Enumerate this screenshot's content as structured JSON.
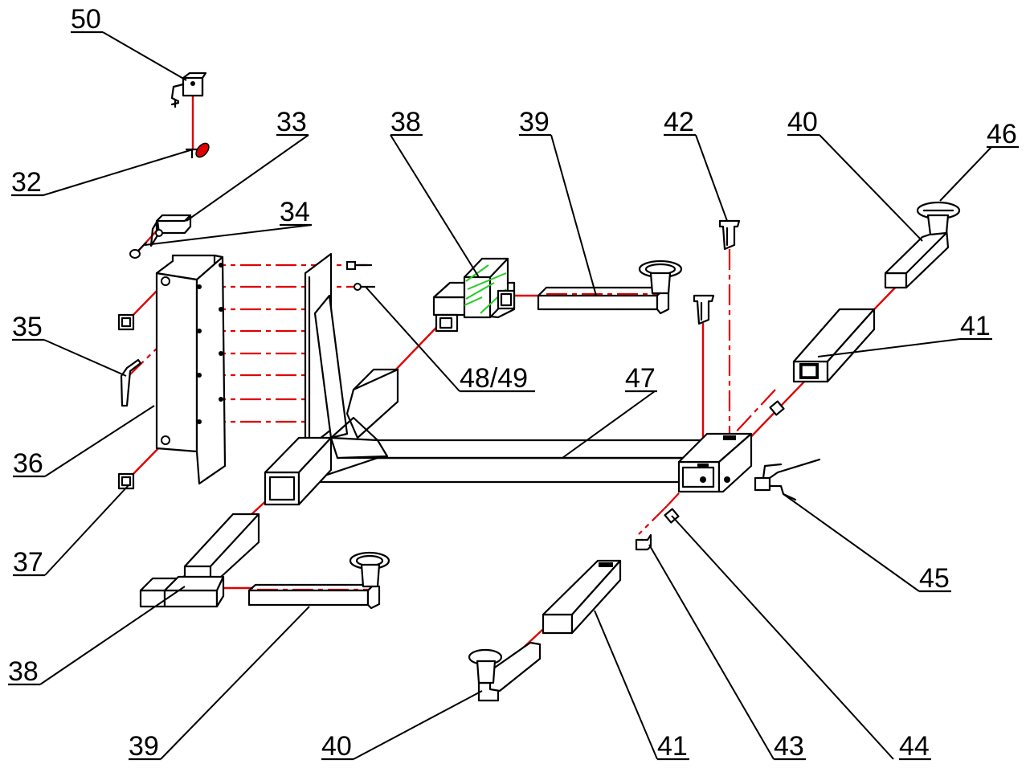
{
  "labels": {
    "p50": "50",
    "p32": "32",
    "p33": "33",
    "p34": "34",
    "p35": "35",
    "p36": "36",
    "p37": "37",
    "p38_top": "38",
    "p39_top": "39",
    "p42": "42",
    "p40_top": "40",
    "p46": "46",
    "p41_right": "41",
    "p48_49": "48/49",
    "p47": "47",
    "p45": "45",
    "p38_bottom": "38",
    "p39_bottom": "39",
    "p40_bottom": "40",
    "p41_bottom": "41",
    "p43": "43",
    "p44": "44"
  },
  "colors": {
    "line": "#000000",
    "assembly_axis": "#e00000",
    "highlight": "#22cc22",
    "background": "#ffffff"
  }
}
